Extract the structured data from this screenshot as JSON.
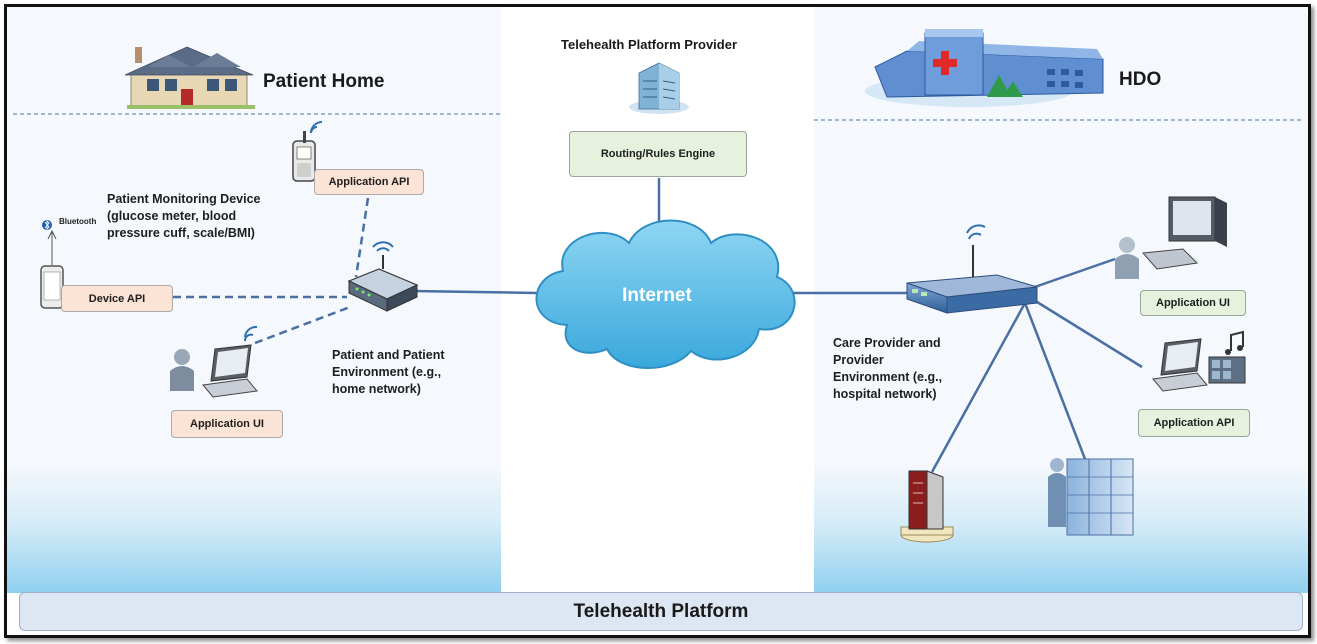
{
  "zones": {
    "patient_home": "Patient Home",
    "provider": "Telehealth Platform Provider",
    "hdo": "HDO"
  },
  "boxes": {
    "application_api_left": "Application API",
    "device_api": "Device API",
    "application_ui_left": "Application UI",
    "routing_engine": "Routing/Rules Engine",
    "application_ui_right": "Application UI",
    "application_api_right": "Application API"
  },
  "labels": {
    "bluetooth": "Bluetooth",
    "patient_monitoring": "Patient Monitoring Device\n(glucose meter, blood\npressure cuff, scale/BMI)",
    "patient_environment": "Patient and Patient\nEnvironment (e.g.,\nhome network)",
    "internet": "Internet",
    "care_provider": "Care Provider and\nProvider\nEnvironment (e.g.,\nhospital network)"
  },
  "platform": "Telehealth Platform",
  "colors": {
    "line": "#4a6fa5",
    "cloud": "#5bbde6",
    "peach_box": "#fbe3d6",
    "green_box": "#e6f2dd",
    "platform_bar": "#dde6f3"
  }
}
